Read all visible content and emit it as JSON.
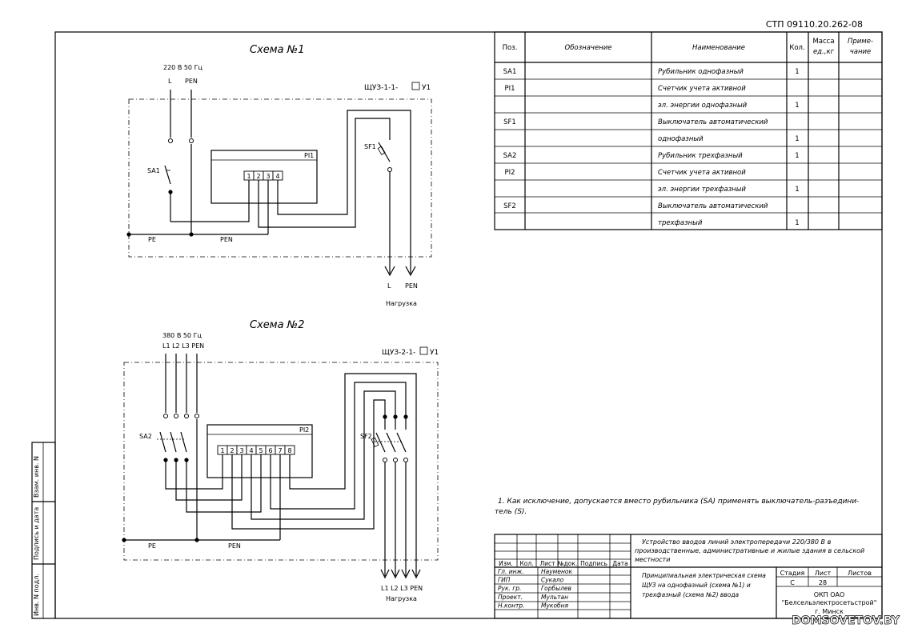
{
  "doc_code": "СТП 09110.20.262-08",
  "scheme1": {
    "title": "Схема №1",
    "supply": "220 В 50 Гц",
    "in_l": "L",
    "in_pen": "PEN",
    "panel": "ЩУЗ-1-1-",
    "panel_suffix": "У1",
    "sa": "SA1",
    "meter": "PI1",
    "terminals": [
      "1",
      "2",
      "3",
      "4"
    ],
    "sf": "SF1",
    "pe": "PE",
    "pen": "PEN",
    "out_l": "L",
    "out_pen": "PEN",
    "load": "Нагрузка"
  },
  "scheme2": {
    "title": "Схема №2",
    "supply": "380 В 50 Гц",
    "inputs": "L1 L2 L3 PEN",
    "panel": "ЩУЗ-2-1-",
    "panel_suffix": "У1",
    "sa": "SA2",
    "meter": "PI2",
    "terminals": [
      "1",
      "2",
      "3",
      "4",
      "5",
      "6",
      "7",
      "8"
    ],
    "sf": "SF2",
    "pe": "PE",
    "pen": "PEN",
    "outputs": "L1 L2 L3 PEN",
    "load": "Нагрузка"
  },
  "spec": {
    "headers": {
      "pos": "Поз.",
      "desig": "Обозначение",
      "name": "Наименование",
      "qty": "Кол.",
      "mass_1": "Масса",
      "mass_2": "ед.,кг",
      "note_1": "Приме-",
      "note_2": "чание"
    },
    "rows": [
      {
        "pos": "SA1",
        "name": "Рубильник однофазный",
        "qty": "1"
      },
      {
        "pos": "PI1",
        "name": "Счетчик учета активной",
        "qty": ""
      },
      {
        "pos": "",
        "name": "эл. энергии однофазный",
        "qty": "1"
      },
      {
        "pos": "SF1",
        "name": "Выключатель автоматический",
        "qty": ""
      },
      {
        "pos": "",
        "name": "однофазный",
        "qty": "1"
      },
      {
        "pos": "SA2",
        "name": "Рубильник трехфазный",
        "qty": "1"
      },
      {
        "pos": "PI2",
        "name": "Счетчик учета активной",
        "qty": ""
      },
      {
        "pos": "",
        "name": "эл. энергии трехфазный",
        "qty": "1"
      },
      {
        "pos": "SF2",
        "name": "Выключатель автоматический",
        "qty": ""
      },
      {
        "pos": "",
        "name": "трехфазный",
        "qty": "1"
      }
    ]
  },
  "note": {
    "line1": "1. Как исключение, допускается вместо рубильника (SA) применять выключатель-разъедини-",
    "line2": "тель (S)."
  },
  "stamp": {
    "project_1": "Устройство вводов линий электропередачи 220/380 В в",
    "project_2": "производственные, административные и жилые здания в сельской",
    "project_3": "местности",
    "col_headers": [
      "Изм.",
      "Кол.",
      "Лист",
      "№док.",
      "Подпись",
      "Дата"
    ],
    "staff": [
      {
        "role": "Гл. инж.",
        "name": "Науменок"
      },
      {
        "role": "ГИП",
        "name": "Сукало"
      },
      {
        "role": "Рук. гр.",
        "name": "Горбылев"
      },
      {
        "role": "Проект.",
        "name": "Мультан"
      },
      {
        "role": "Н.контр.",
        "name": "Мукобня"
      }
    ],
    "sheet_title_1": "Принципиальная электрическая схема",
    "sheet_title_2": "ЩУЗ на однофазный (схема №1) и",
    "sheet_title_3": "трехфазный (схема №2) ввода",
    "stage_label": "Стадия",
    "sheet_label": "Лист",
    "sheets_label": "Листов",
    "stage": "С",
    "sheet": "28",
    "sheets": "",
    "org_1": "ОКП ОАО",
    "org_2": "\"Белсельэлектросетьстрой\"",
    "org_3": "г. Минск"
  },
  "side": {
    "label1": "Взам. инв. N",
    "label2": "Подпись и дата",
    "label3": "Инв. N подл."
  },
  "watermark": "DOMSOVETOV.BY"
}
